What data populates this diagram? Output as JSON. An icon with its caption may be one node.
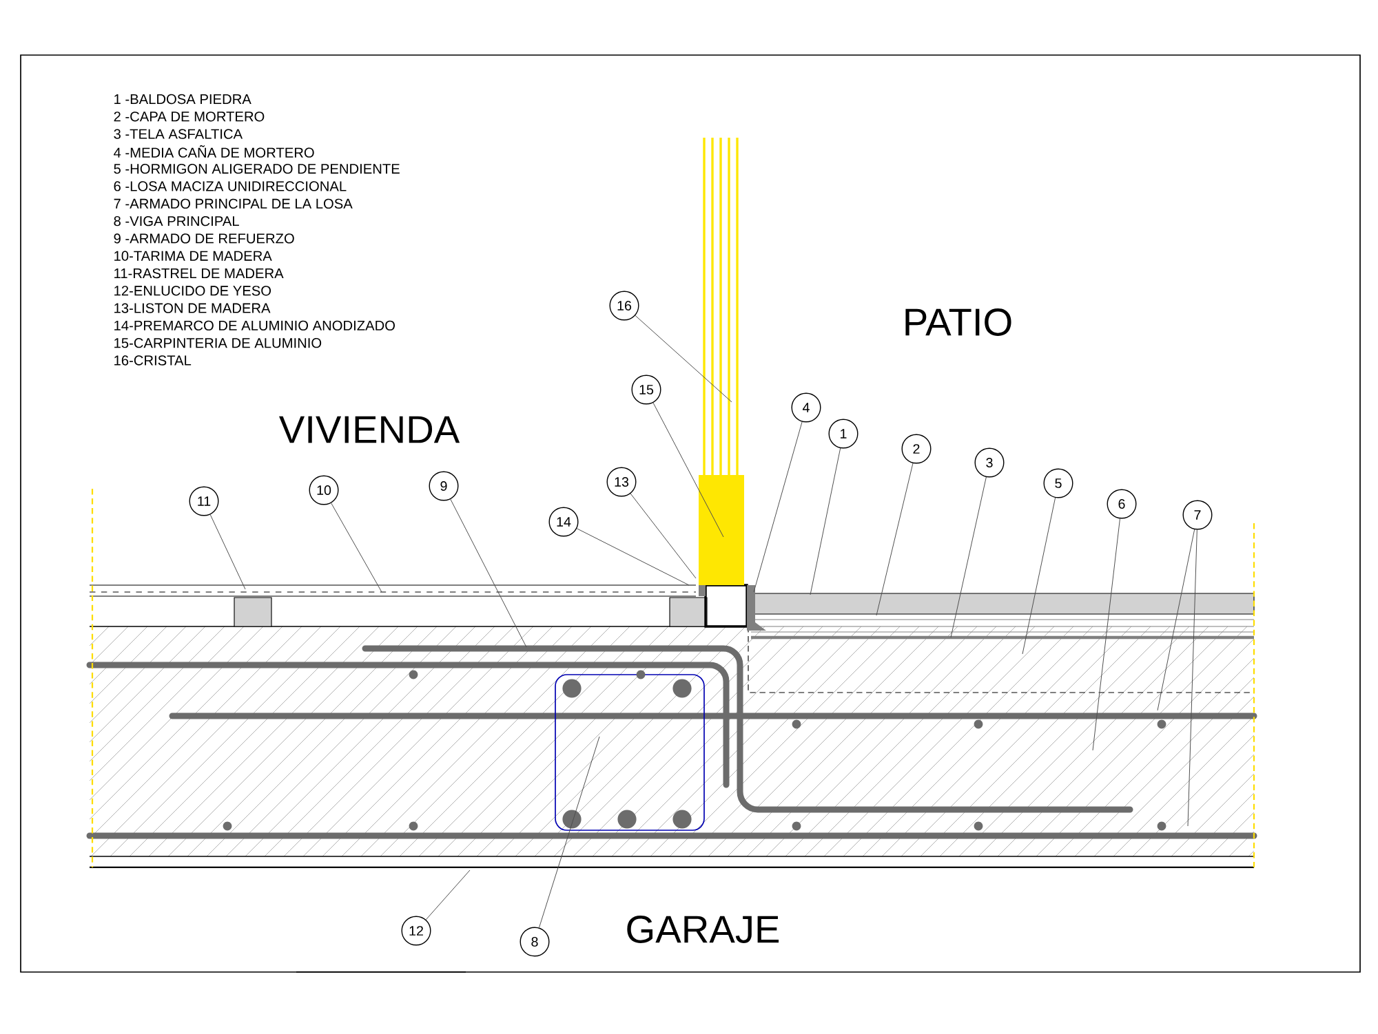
{
  "diagram": {
    "nodes": [
      {
        "text": [
          "16"
        ]
      },
      {
        "text": [
          "15"
        ]
      },
      {
        "text": [
          "4"
        ]
      },
      {
        "text": [
          "1"
        ]
      },
      {
        "text": [
          "2"
        ]
      },
      {
        "text": [
          "3"
        ]
      },
      {
        "text": [
          "5"
        ]
      },
      {
        "text": [
          "6"
        ]
      },
      {
        "text": [
          "7"
        ]
      },
      {
        "text": [
          "13"
        ]
      },
      {
        "text": [
          "14"
        ]
      },
      {
        "text": [
          "11"
        ]
      },
      {
        "text": [
          "10"
        ]
      },
      {
        "text": [
          "9"
        ]
      },
      {
        "text": [
          "12"
        ]
      },
      {
        "text": [
          "8"
        ]
      }
    ],
    "edges": [
      {
        "from": 0,
        "to": null,
        "arrow": "none"
      },
      {
        "from": 1,
        "to": null,
        "arrow": "none"
      },
      {
        "from": 2,
        "to": null,
        "arrow": "none"
      },
      {
        "from": 3,
        "to": null,
        "arrow": "none"
      },
      {
        "from": 4,
        "to": null,
        "arrow": "none"
      },
      {
        "from": 5,
        "to": null,
        "arrow": "none"
      },
      {
        "from": 6,
        "to": null,
        "arrow": "none"
      },
      {
        "from": 7,
        "to": null,
        "arrow": "none"
      },
      {
        "from": 8,
        "to": null,
        "arrow": "none"
      },
      {
        "from": 8,
        "to": null,
        "arrow": "none"
      },
      {
        "from": 9,
        "to": null,
        "arrow": "none"
      },
      {
        "from": 10,
        "to": null,
        "arrow": "none"
      },
      {
        "from": 11,
        "to": null,
        "arrow": "none"
      },
      {
        "from": 12,
        "to": null,
        "arrow": "none"
      },
      {
        "from": 13,
        "to": null,
        "arrow": "none"
      },
      {
        "from": 14,
        "to": null,
        "arrow": "none"
      },
      {
        "from": 15,
        "to": null,
        "arrow": "none"
      }
    ],
    "labels": [
      "1 -BALDOSA PIEDRA",
      "2 -CAPA DE MORTERO",
      "3 -TELA ASFALTICA",
      "4 -MEDIA CAÑA DE MORTERO",
      "5 -HORMIGON ALIGERADO DE PENDIENTE",
      "6 -LOSA MACIZA UNIDIRECCIONAL",
      "7 -ARMADO PRINCIPAL DE LA LOSA",
      "8 -VIGA PRINCIPAL",
      "9 -ARMADO DE REFUERZO",
      "10-TARIMA DE MADERA",
      "11-RASTREL DE MADERA",
      "12-ENLUCIDO DE YESO",
      "13-LISTON DE MADERA",
      "14-PREMARCO DE ALUMINIO ANODIZADO",
      "15-CARPINTERIA DE ALUMINIO",
      "16-CRISTAL",
      "PATIO",
      "VIVIENDA",
      "GARAJE"
    ]
  }
}
